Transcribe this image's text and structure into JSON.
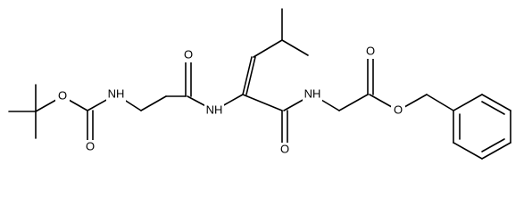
{
  "diagram": {
    "type": "chemical-structure",
    "atoms": [
      {
        "id": "o_boc_ether",
        "symbol": "O"
      },
      {
        "id": "o_boc_carbonyl",
        "symbol": "O"
      },
      {
        "id": "nh_boc",
        "symbol": "NH"
      },
      {
        "id": "o_gly1_carbonyl",
        "symbol": "O"
      },
      {
        "id": "nh_leu",
        "symbol": "NH"
      },
      {
        "id": "o_leu_carbonyl",
        "symbol": "O"
      },
      {
        "id": "nh_gly2",
        "symbol": "NH"
      },
      {
        "id": "o_ester_carbonyl",
        "symbol": "O"
      },
      {
        "id": "o_ester",
        "symbol": "O"
      }
    ]
  }
}
